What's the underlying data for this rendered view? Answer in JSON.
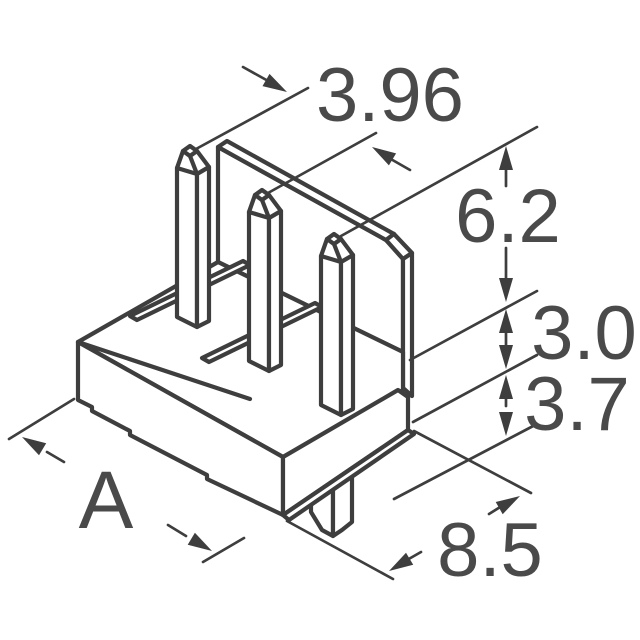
{
  "drawing": {
    "kind": "connector-isometric-technical-drawing",
    "colors": {
      "line": "#3e3e3e",
      "text": "#4a4a4a",
      "background": "#ffffff"
    },
    "dimensions": {
      "pitch": {
        "label": "3.96"
      },
      "pin_height": {
        "label": "6.2"
      },
      "body_upper": {
        "label": "3.0"
      },
      "body_lower": {
        "label": "3.7"
      },
      "depth": {
        "label": "8.5"
      },
      "width": {
        "label": "A"
      }
    }
  }
}
